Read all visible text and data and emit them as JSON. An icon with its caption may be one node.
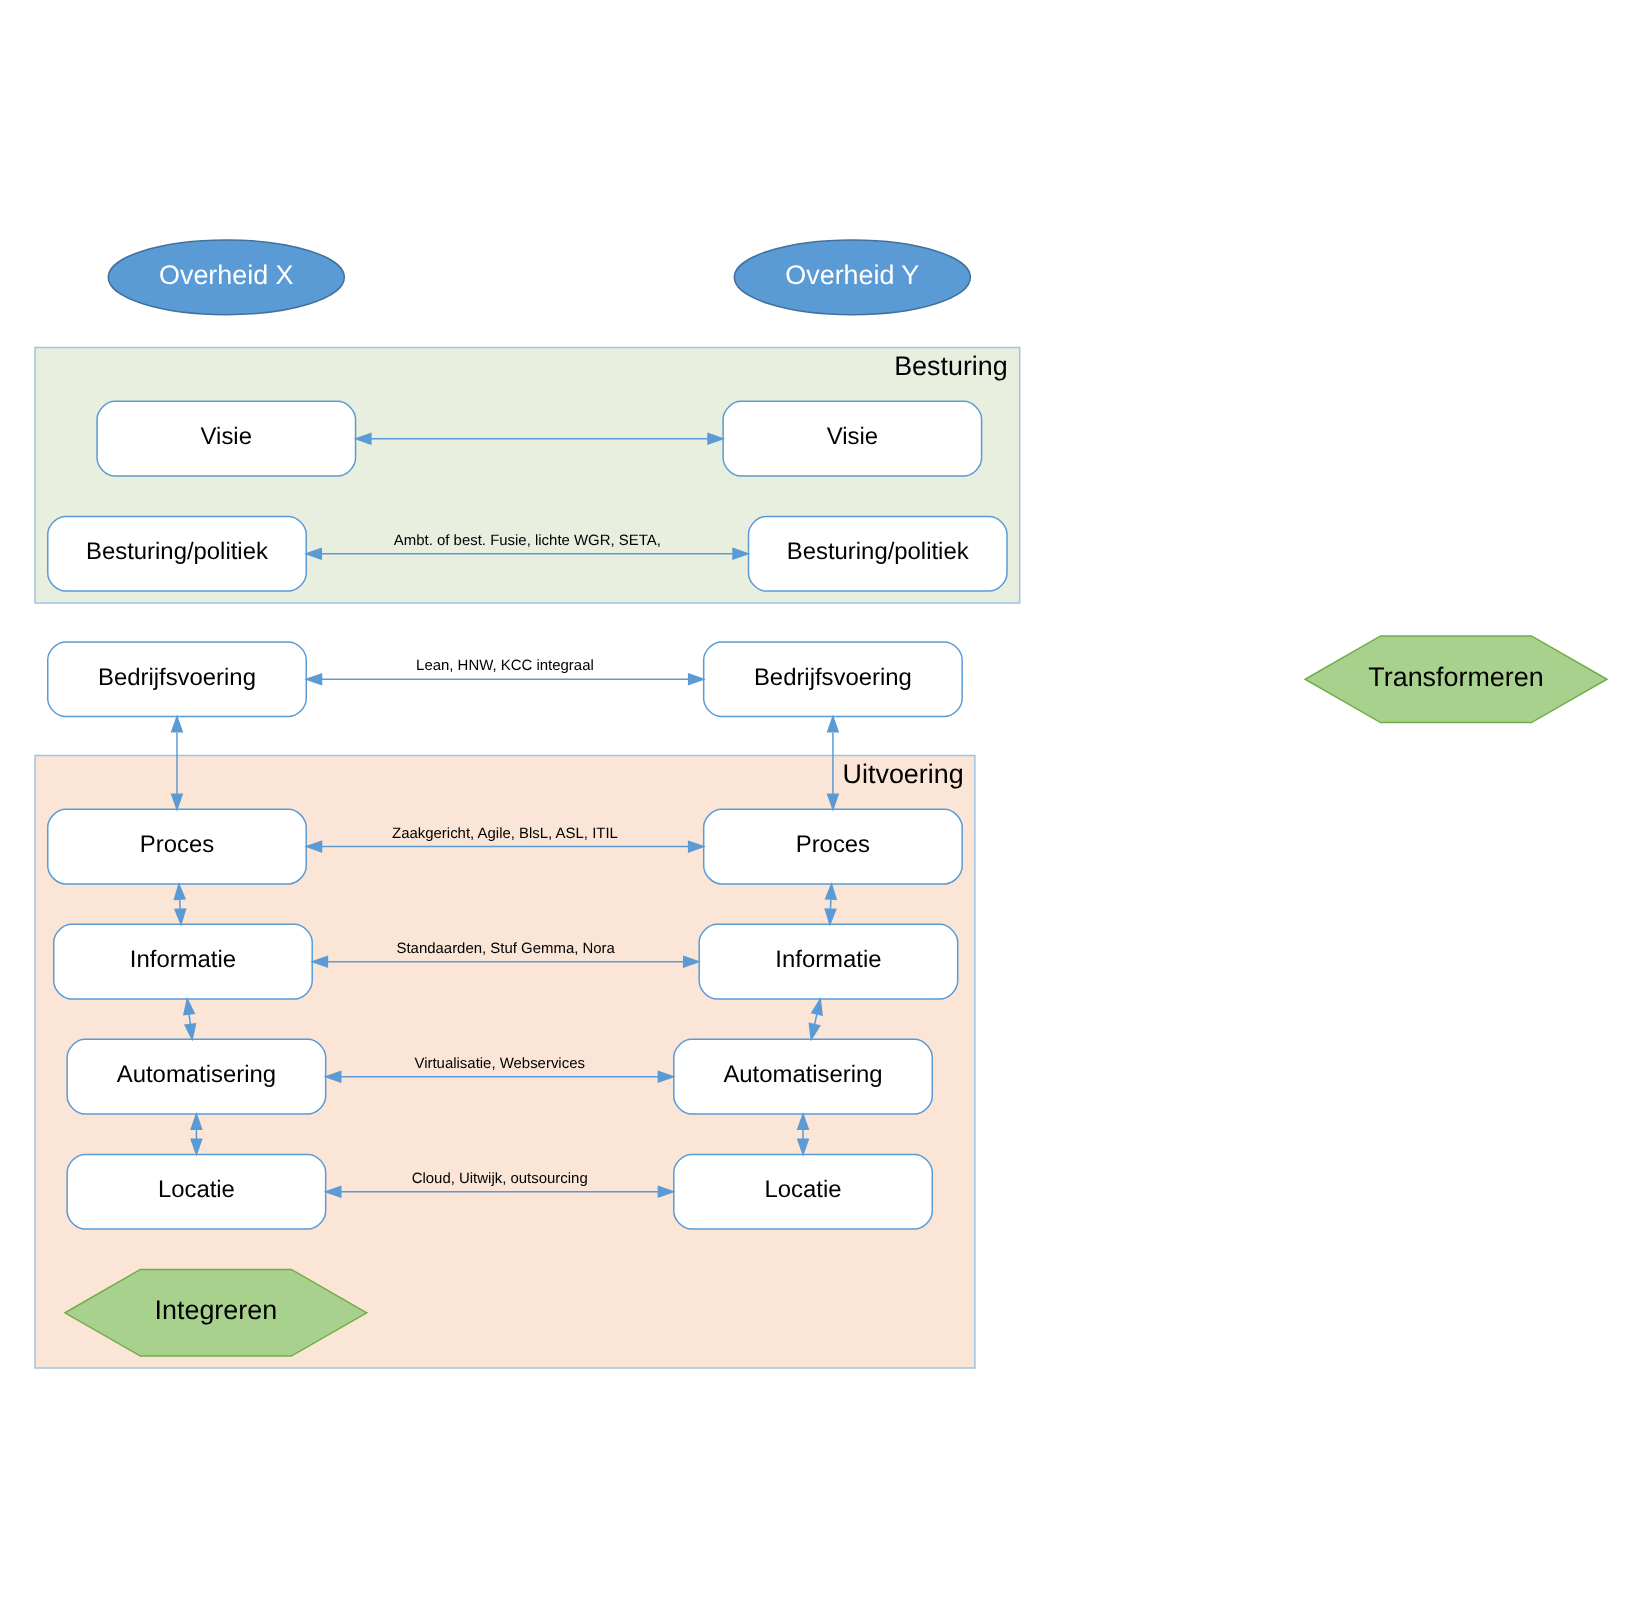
{
  "diagram": {
    "nodes": [
      {
        "text": [
          "Overheid X"
        ]
      },
      {
        "text": [
          "Overheid Y"
        ]
      },
      {
        "text": [
          "Besturing"
        ]
      },
      {
        "text": [
          "Visie"
        ],
        "in": 2
      },
      {
        "text": [
          "Visie"
        ],
        "in": 2
      },
      {
        "text": [
          "Besturing/politiek"
        ],
        "in": 2
      },
      {
        "text": [
          "Besturing/politiek"
        ],
        "in": 2
      },
      {
        "text": [
          "Bedrijfsvoering"
        ]
      },
      {
        "text": [
          "Bedrijfsvoering"
        ]
      },
      {
        "text": [
          "Transformeren"
        ]
      },
      {
        "text": [
          "Uitvoering"
        ]
      },
      {
        "text": [
          "Proces"
        ],
        "in": 10
      },
      {
        "text": [
          "Proces"
        ],
        "in": 10
      },
      {
        "text": [
          "Informatie"
        ],
        "in": 10
      },
      {
        "text": [
          "Informatie"
        ],
        "in": 10
      },
      {
        "text": [
          "Automatisering"
        ],
        "in": 10
      },
      {
        "text": [
          "Automatisering"
        ],
        "in": 10
      },
      {
        "text": [
          "Locatie"
        ],
        "in": 10
      },
      {
        "text": [
          "Locatie"
        ],
        "in": 10
      },
      {
        "text": [
          "Integreren"
        ],
        "in": 10
      }
    ],
    "edges": [
      {
        "from": 3,
        "to": 4,
        "arrow": "both"
      },
      {
        "from": 5,
        "to": 6,
        "arrow": "both",
        "label": "Ambt. of best. Fusie, lichte WGR, SETA,"
      },
      {
        "from": 7,
        "to": 8,
        "arrow": "both",
        "label": "Lean, HNW, KCC integraal"
      },
      {
        "from": 11,
        "to": 12,
        "arrow": "both",
        "label": "Zaakgericht, Agile, BlsL, ASL, ITIL"
      },
      {
        "from": 13,
        "to": 14,
        "arrow": "both",
        "label": "Standaarden, Stuf Gemma, Nora"
      },
      {
        "from": 15,
        "to": 16,
        "arrow": "both",
        "label": "Virtualisatie, Webservices"
      },
      {
        "from": 17,
        "to": 18,
        "arrow": "both",
        "label": "Cloud, Uitwijk, outsourcing"
      },
      {
        "from": 7,
        "to": 11,
        "arrow": "both"
      },
      {
        "from": 11,
        "to": 13,
        "arrow": "both"
      },
      {
        "from": 13,
        "to": 15,
        "arrow": "both"
      },
      {
        "from": 15,
        "to": 17,
        "arrow": "both"
      },
      {
        "from": 8,
        "to": 12,
        "arrow": "both"
      },
      {
        "from": 12,
        "to": 14,
        "arrow": "both"
      },
      {
        "from": 14,
        "to": 16,
        "arrow": "both"
      },
      {
        "from": 16,
        "to": 18,
        "arrow": "both"
      }
    ]
  }
}
